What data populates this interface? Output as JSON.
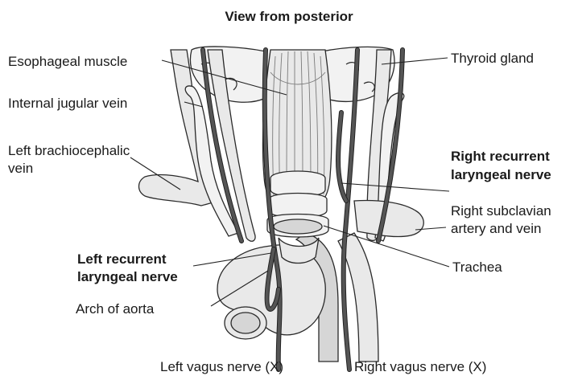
{
  "title": "View from posterior",
  "labels": {
    "esophageal_muscle": "Esophageal muscle",
    "internal_jugular_vein": "Internal jugular vein",
    "left_brachiocephalic_1": "Left brachiocephalic",
    "left_brachiocephalic_2": "vein",
    "left_recurrent_1": "Left recurrent",
    "left_recurrent_2": "laryngeal nerve",
    "arch_of_aorta": "Arch of aorta",
    "left_vagus": "Left vagus nerve (X)",
    "thyroid_gland": "Thyroid gland",
    "right_recurrent_1": "Right recurrent",
    "right_recurrent_2": "laryngeal nerve",
    "right_subclavian_1": "Right subclavian",
    "right_subclavian_2": "artery and vein",
    "trachea": "Trachea",
    "right_vagus": "Right vagus nerve (X)"
  },
  "colors": {
    "line": "#222222",
    "tissue": "#e9e9e9",
    "nerve": "#555555"
  }
}
